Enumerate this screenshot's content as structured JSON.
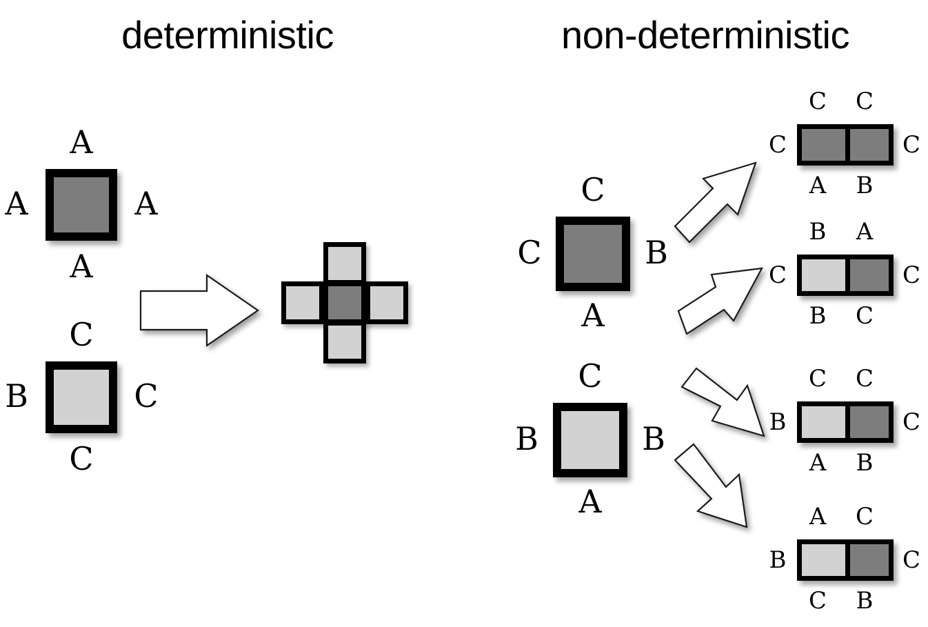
{
  "panels": {
    "left": {
      "title": "deterministic"
    },
    "right": {
      "title": "non-deterministic"
    }
  },
  "left_panel": {
    "inputs": [
      {
        "name": "input-tile-1",
        "fill": "dark",
        "labels": {
          "top": "A",
          "left": "A",
          "right": "A",
          "bottom": "A"
        }
      },
      {
        "name": "input-tile-2",
        "fill": "light",
        "labels": {
          "top": "C",
          "left": "B",
          "right": "C",
          "bottom": "C"
        }
      }
    ],
    "arrow": {
      "name": "right-arrow-icon",
      "direction": "right"
    },
    "result": {
      "name": "plus-shape-result",
      "cells": {
        "top": "light",
        "left": "light",
        "center": "dark",
        "right": "light",
        "bottom": "light"
      }
    }
  },
  "right_panel": {
    "inputs": [
      {
        "name": "input-tile-3",
        "fill": "dark",
        "labels": {
          "top": "C",
          "left": "C",
          "right": "B",
          "bottom": "A"
        }
      },
      {
        "name": "input-tile-4",
        "fill": "light",
        "labels": {
          "top": "C",
          "left": "B",
          "right": "B",
          "bottom": "A"
        }
      }
    ],
    "arrows": [
      {
        "name": "arrow-up-right-steep",
        "direction": "up-right"
      },
      {
        "name": "arrow-up-right-shallow",
        "direction": "up-right"
      },
      {
        "name": "arrow-down-right-shallow",
        "direction": "down-right"
      },
      {
        "name": "arrow-down-right-steep",
        "direction": "down-right"
      }
    ],
    "results": [
      {
        "name": "domino-result-1",
        "cells": [
          "dark",
          "dark"
        ],
        "labels": {
          "top": [
            "C",
            "C"
          ],
          "left": "C",
          "right": "C",
          "bottom": [
            "A",
            "B"
          ]
        }
      },
      {
        "name": "domino-result-2",
        "cells": [
          "light",
          "dark"
        ],
        "labels": {
          "top": [
            "B",
            "A"
          ],
          "left": "C",
          "right": "C",
          "bottom": [
            "B",
            "C"
          ]
        }
      },
      {
        "name": "domino-result-3",
        "cells": [
          "light",
          "dark"
        ],
        "labels": {
          "top": [
            "C",
            "C"
          ],
          "left": "B",
          "right": "C",
          "bottom": [
            "A",
            "B"
          ]
        }
      },
      {
        "name": "domino-result-4",
        "cells": [
          "light",
          "dark"
        ],
        "labels": {
          "top": [
            "A",
            "C"
          ],
          "left": "B",
          "right": "C",
          "bottom": [
            "C",
            "B"
          ]
        }
      }
    ]
  },
  "colors": {
    "dark_gray": "#7d7d7d",
    "light_gray": "#d2d2d2",
    "outline": "#000000",
    "background": "#ffffff"
  }
}
